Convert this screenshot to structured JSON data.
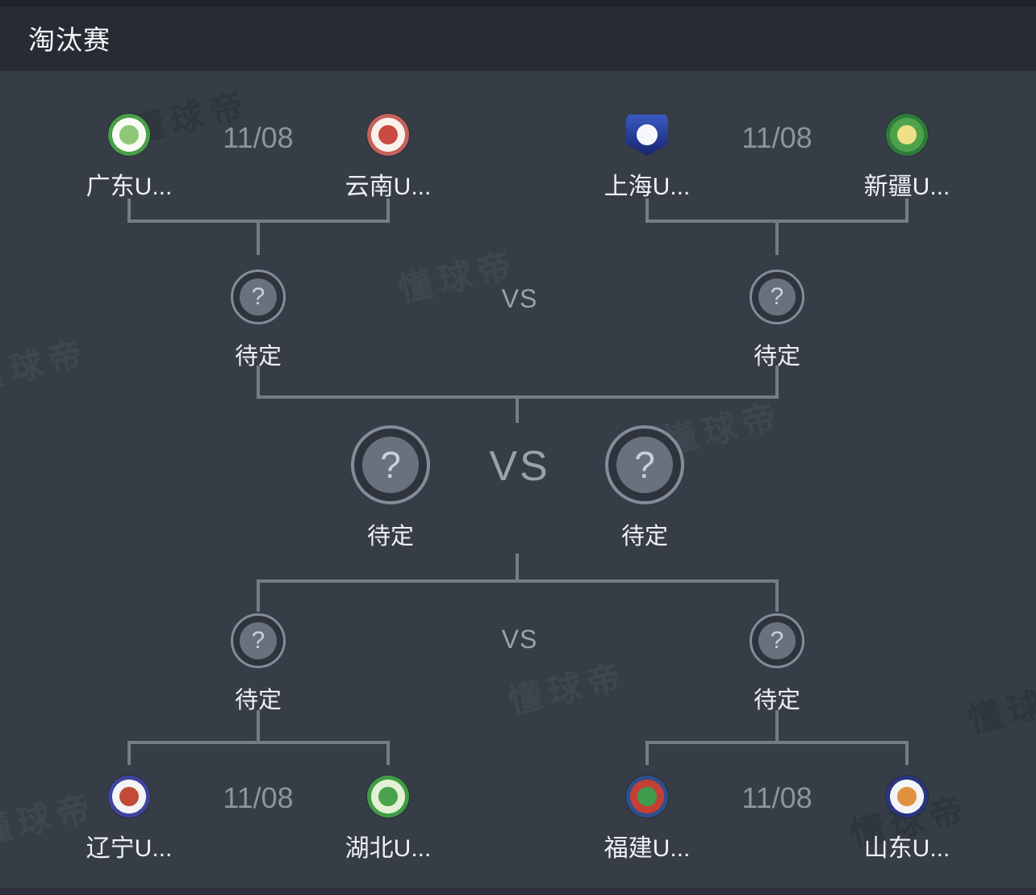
{
  "header": {
    "title": "淘汰赛"
  },
  "watermark": {
    "text": "懂球帝"
  },
  "colors": {
    "background": "#363d47",
    "header_bar": "#272b33",
    "connector_line": "#79818c",
    "tbd_ring": "#838c99",
    "tbd_inner": "#68727f",
    "text_primary": "#eef0f3",
    "text_muted": "#8d949d"
  },
  "bracket": {
    "tbd_label": "待定",
    "tbd_placeholder": "?",
    "vs_small": "VS",
    "vs_big": "VS",
    "quarterfinals": [
      {
        "date": "11/08"
      },
      {
        "date": "11/08"
      },
      {
        "date": "11/08"
      },
      {
        "date": "11/08"
      }
    ],
    "teams": [
      {
        "name": "广东U...",
        "logo": {
          "ring": "#4a9d49",
          "field": "#f7fbf2",
          "core": "#8cc878"
        }
      },
      {
        "name": "云南U...",
        "logo": {
          "ring": "#c4625c",
          "field": "#fbf1ec",
          "core": "#c94b41"
        }
      },
      {
        "name": "上海U...",
        "logo": {
          "ring": "#16246b",
          "field": "#3b5ac6",
          "core": "#f5f7fb",
          "shape": "shield"
        }
      },
      {
        "name": "新疆U...",
        "logo": {
          "ring": "#2e7c39",
          "field": "#4fa24c",
          "core": "#efe087"
        }
      },
      {
        "name": "辽宁U...",
        "logo": {
          "ring": "#3f459c",
          "field": "#f3f4f6",
          "core": "#c14a38"
        }
      },
      {
        "name": "湖北U...",
        "logo": {
          "ring": "#3f9c43",
          "field": "#e2f0d5",
          "core": "#49a34c"
        }
      },
      {
        "name": "福建U...",
        "logo": {
          "ring": "#2f4f8e",
          "field": "#c44034",
          "core": "#3f9c4d"
        }
      },
      {
        "name": "山东U...",
        "logo": {
          "ring": "#2a3580",
          "field": "#f3f4f6",
          "core": "#e0913f"
        }
      }
    ]
  }
}
